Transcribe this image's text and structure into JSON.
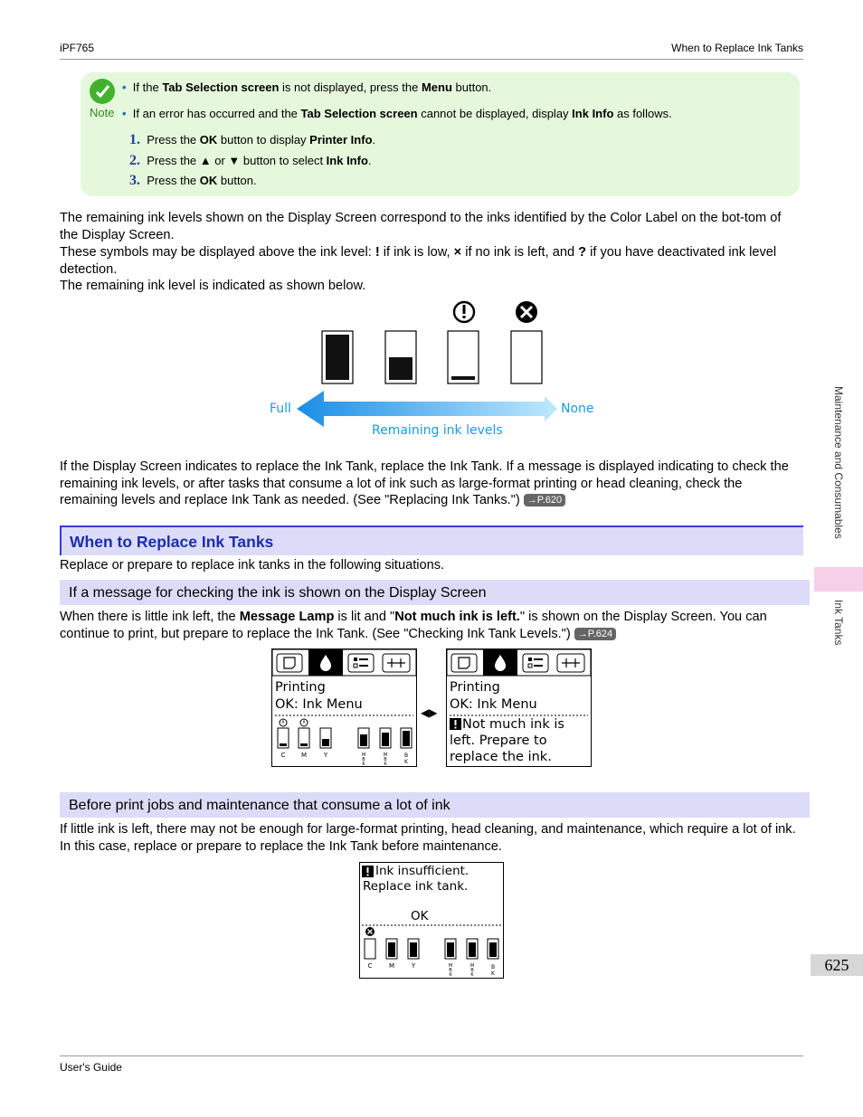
{
  "header": {
    "left": "iPF765",
    "right": "When to Replace Ink Tanks"
  },
  "note": {
    "label": "Note",
    "bullets": [
      {
        "pre": "If the ",
        "b1": "Tab Selection screen",
        "mid": " is not displayed, press the ",
        "b2": "Menu",
        "post": " button."
      },
      {
        "pre": "If an error has occurred and the ",
        "b1": "Tab Selection screen",
        "mid": " cannot be displayed, display ",
        "b2": "Ink Info",
        "post": " as follows."
      }
    ],
    "steps": [
      {
        "num": "1.",
        "pre": "Press the ",
        "b1": "OK",
        "mid": " button to display ",
        "b2": "Printer Info",
        "post": "."
      },
      {
        "num": "2.",
        "pre": "Press the ▲ or ▼ button to select ",
        "b1": "Ink Info",
        "mid": "",
        "b2": "",
        "post": "."
      },
      {
        "num": "3.",
        "pre": "Press the ",
        "b1": "OK",
        "mid": " button.",
        "b2": "",
        "post": ""
      }
    ]
  },
  "intro": {
    "p1": "The remaining ink levels shown on the Display Screen correspond to the inks identified by the Color Label on the bot-tom of the Display Screen.",
    "p2_pre": "These symbols may be displayed above the ink level: ",
    "p2_s1": "!",
    "p2_mid1": " if ink is low, ",
    "p2_s2": "×",
    "p2_mid2": " if no ink is left, and ",
    "p2_s3": "?",
    "p2_post": " if you have deactivated ink level detection.",
    "p3": "The remaining ink level is indicated as shown below."
  },
  "diagram": {
    "full": "Full",
    "none": "None",
    "caption": "Remaining ink levels"
  },
  "para_replace": {
    "text": "If the Display Screen indicates to replace the Ink Tank, replace the Ink Tank. If a message is displayed indicating to check the remaining ink levels, or after tasks that consume a lot of ink such as large-format printing or head cleaning, check the remaining levels and replace Ink Tank as needed.  (See \"Replacing Ink Tanks.\") ",
    "ref": "→P.620"
  },
  "section": {
    "title": "When to Replace Ink Tanks",
    "intro": "Replace or prepare to replace ink tanks in the following situations."
  },
  "sub1": {
    "title": "If a message for checking the ink is shown on the Display Screen",
    "pre": "When there is little ink left, the ",
    "b1": "Message Lamp",
    "mid": " is lit and \"",
    "b2": "Not much ink is left.",
    "post": "\" is shown on the Display Screen. You can continue to print, but prepare to replace the Ink Tank.  (See \"Checking Ink Tank Levels.\") ",
    "ref": "→P.624"
  },
  "lcd1": {
    "line1": "Printing",
    "line2": "OK: Ink Menu",
    "labels": [
      "C",
      "M",
      "Y",
      "MBK",
      "MBK",
      "BK"
    ]
  },
  "lcd2": {
    "line1": "Printing",
    "line2": "OK: Ink Menu",
    "msg1": "Not much ink is",
    "msg2": "left. Prepare to",
    "msg3": "replace the ink."
  },
  "sub2": {
    "title": "Before print jobs and maintenance that consume a lot of ink",
    "text": "If little ink is left, there may not be enough for large-format printing, head cleaning, and maintenance, which require a lot of ink. In this case, replace or prepare to replace the Ink Tank before maintenance."
  },
  "lcd3": {
    "line1": "Ink insufficient.",
    "line2": "Replace ink tank.",
    "ok": "OK",
    "labels": [
      "C",
      "M",
      "Y",
      "MBK",
      "MBK",
      "BK"
    ]
  },
  "sidebar": {
    "section": "Maintenance and Consumables",
    "subsection": "Ink Tanks"
  },
  "page_number": "625",
  "footer": {
    "left": "User's Guide"
  },
  "colors": {
    "note_bg": "#e6f8dc",
    "heading_blue": "#1b2db0",
    "section_bg": "#dcdcf8",
    "arrow_blue": "#1aa0e8"
  }
}
